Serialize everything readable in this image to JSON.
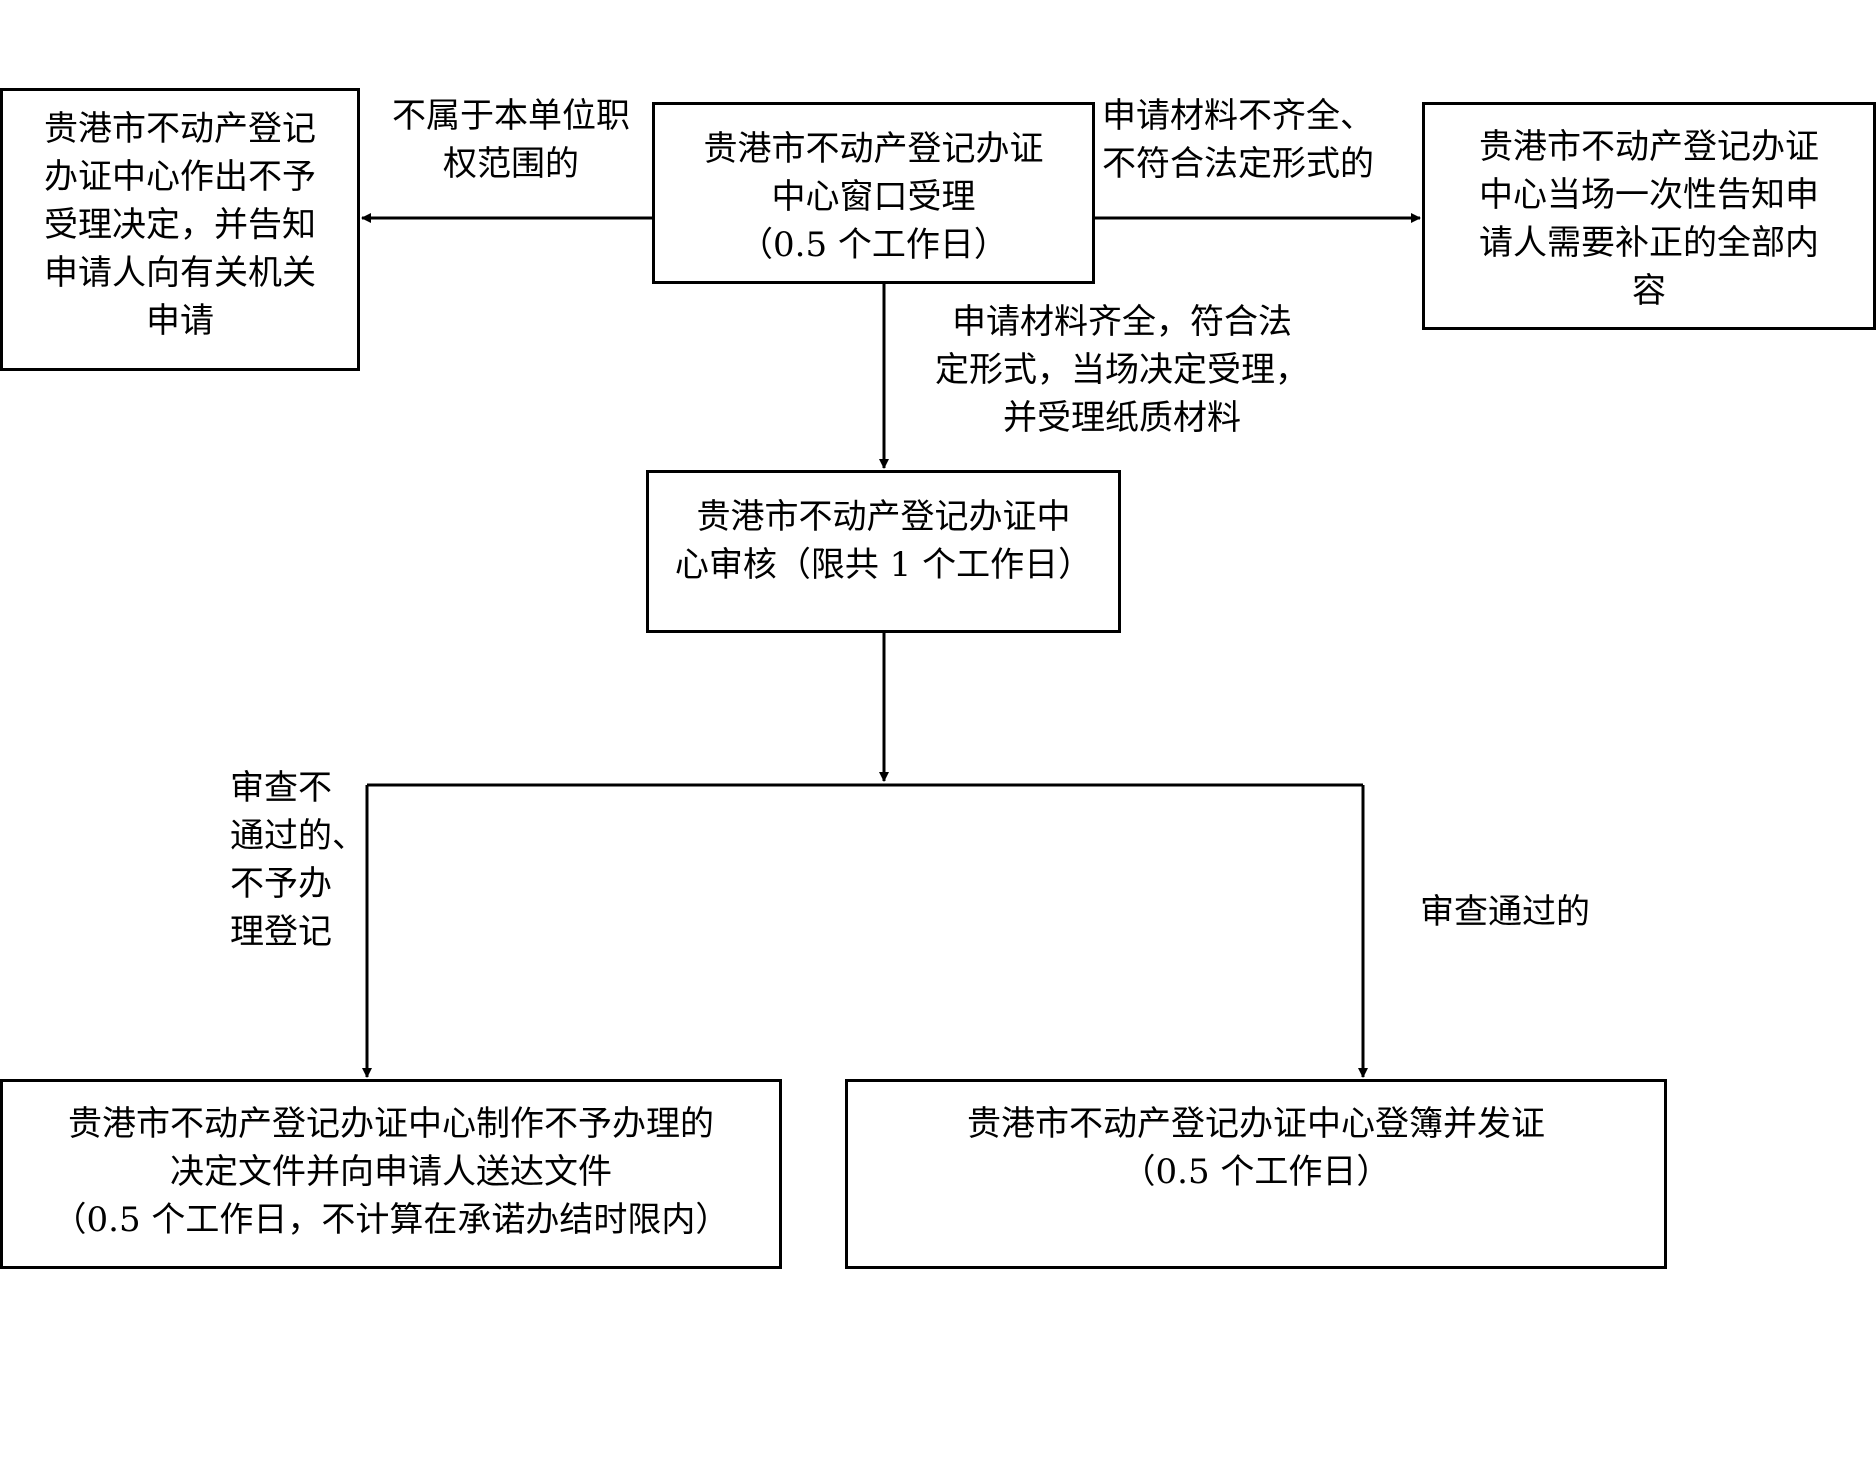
{
  "diagram": {
    "nodes": {
      "window_acceptance": {
        "lines": [
          "贵港市不动产登记办证",
          "中心窗口受理",
          "（0.5 个工作日）"
        ]
      },
      "reject_not_accepted": {
        "lines": [
          "贵港市不动产登记",
          "办证中心作出不予",
          "受理决定，并告知",
          "申请人向有关机关",
          "申请"
        ]
      },
      "notify_supplement": {
        "lines": [
          "贵港市不动产登记办证",
          "中心当场一次性告知申",
          "请人需要补正的全部内",
          "容"
        ]
      },
      "review": {
        "lines": [
          "贵港市不动产登记办证中",
          "心审核（限共 1 个工作日）"
        ]
      },
      "refusal_document": {
        "lines": [
          "贵港市不动产登记办证中心制作不予办理的",
          "决定文件并向申请人送达文件",
          "（0.5 个工作日，不计算在承诺办结时限内）"
        ]
      },
      "register_issue": {
        "lines": [
          "贵港市不动产登记办证中心登簿并发证",
          "（0.5 个工作日）"
        ]
      }
    },
    "edge_labels": {
      "not_in_scope": [
        "不属于本单位职",
        "权范围的"
      ],
      "incomplete_materials": [
        "申请材料不齐全、",
        "不符合法定形式的"
      ],
      "complete_materials": [
        "申请材料齐全，符合法",
        "定形式，当场决定受理，",
        "并受理纸质材料"
      ],
      "review_failed": [
        "审查不",
        "通过的、",
        "不予办",
        "理登记"
      ],
      "review_passed": [
        "审查通过的"
      ]
    }
  }
}
